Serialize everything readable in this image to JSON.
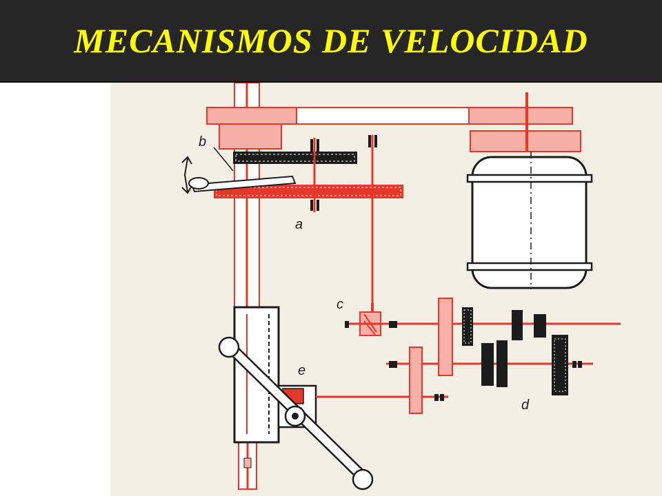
{
  "slide": {
    "title": "MECANISMOS DE VELOCIDAD",
    "title_color": "#ffff00",
    "title_bar_color": "#262626"
  },
  "diagram": {
    "paper_color": "#f4efe4",
    "red": "#e8362a",
    "pink": "#f7b0a8",
    "dark": "#1c1c1c",
    "labels": {
      "a": "a",
      "b": "b",
      "c": "c",
      "d": "d",
      "e": "e"
    }
  }
}
